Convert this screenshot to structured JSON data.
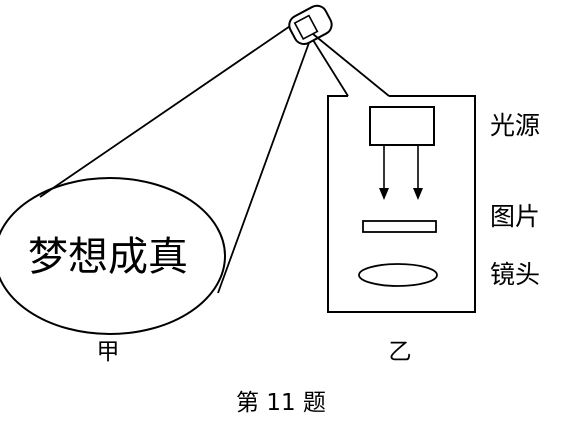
{
  "projection_text": "梦想成真",
  "labels": {
    "light_source": "光源",
    "slide": "图片",
    "lens": "镜头"
  },
  "sub_captions": {
    "left": "甲",
    "right": "乙"
  },
  "figure_caption": "第 11 题"
}
